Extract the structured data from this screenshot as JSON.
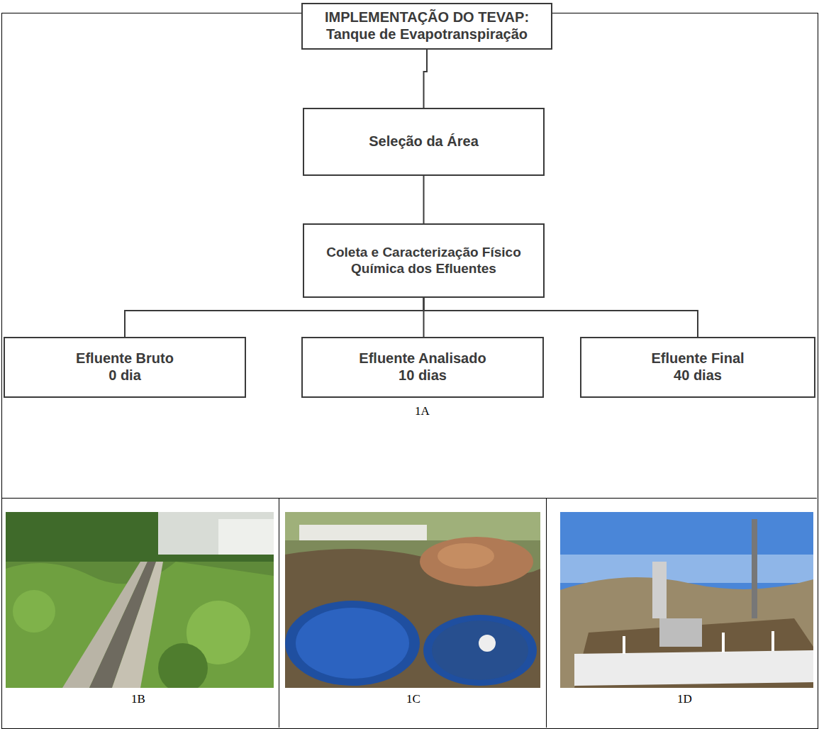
{
  "diagram": {
    "nodes": [
      {
        "text": [
          "IMPLEMENTAÇÃO DO TEVAP:",
          "Tanque de Evapotranspiração"
        ]
      },
      {
        "text": [
          "Seleção da Área"
        ]
      },
      {
        "text": [
          "Coleta e Caracterização Físico Química dos Efluentes"
        ]
      },
      {
        "text": [
          "Efluente Bruto",
          "0 dia"
        ]
      },
      {
        "text": [
          "Efluente Analisado",
          "10 dias"
        ]
      },
      {
        "text": [
          "Efluente Final",
          "40 dias"
        ]
      }
    ],
    "edges": [
      {
        "from": 0,
        "to": 1,
        "arrow": "none"
      },
      {
        "from": 1,
        "to": 2,
        "arrow": "none"
      },
      {
        "from": 2,
        "to": 3,
        "arrow": "none"
      },
      {
        "from": 2,
        "to": 4,
        "arrow": "none"
      },
      {
        "from": 2,
        "to": 5,
        "arrow": "none"
      }
    ],
    "labels": [
      "1A",
      "1B",
      "1C",
      "1D"
    ]
  }
}
